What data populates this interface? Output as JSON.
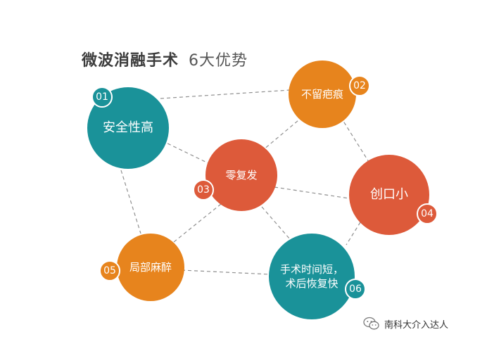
{
  "title": {
    "main": "微波消融手术",
    "sub": "6大优势"
  },
  "nodes": [
    {
      "id": "01",
      "label": "安全性高",
      "color": "#1a9299"
    },
    {
      "id": "02",
      "label": "不留疤痕",
      "color": "#e7841d"
    },
    {
      "id": "03",
      "label": "零复发",
      "color": "#dd5a3a"
    },
    {
      "id": "04",
      "label": "创口小",
      "color": "#dd5a3a"
    },
    {
      "id": "05",
      "label": "局部麻醉",
      "color": "#e7841d"
    },
    {
      "id": "06",
      "label_line1": "手术时间短，",
      "label_line2": "术后恢复快",
      "color": "#1a9299"
    }
  ],
  "watermark": {
    "text": "南科大介入达人",
    "icon": "wechat-icon"
  }
}
